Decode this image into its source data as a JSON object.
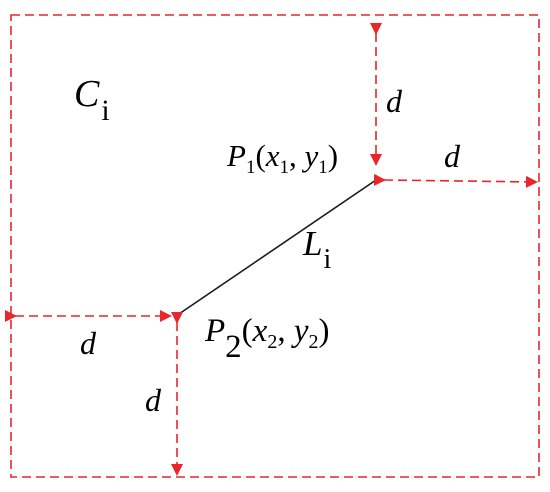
{
  "diagram": {
    "region_label": {
      "main": "C",
      "sub": "i"
    },
    "segment_label": {
      "main": "L",
      "sub": "i"
    },
    "point1_label": {
      "main": "P",
      "sub": "1",
      "open": "(",
      "x": "x",
      "x_sub": "1",
      "comma": ", ",
      "y": "y",
      "y_sub": "1",
      "close": ")"
    },
    "point2_label": {
      "main": "P",
      "sub": "2",
      "open": "(",
      "x": "x",
      "x_sub": "2",
      "comma": ", ",
      "y": "y",
      "y_sub": "2",
      "close": ")"
    },
    "distance_labels": {
      "p1_up": "d",
      "p1_right": "d",
      "p2_left": "d",
      "p2_down": "d"
    },
    "colors": {
      "boundary": "#e8262b",
      "arrow": "#e8262b",
      "segment": "#1a1a1a",
      "text": "#000000"
    }
  }
}
